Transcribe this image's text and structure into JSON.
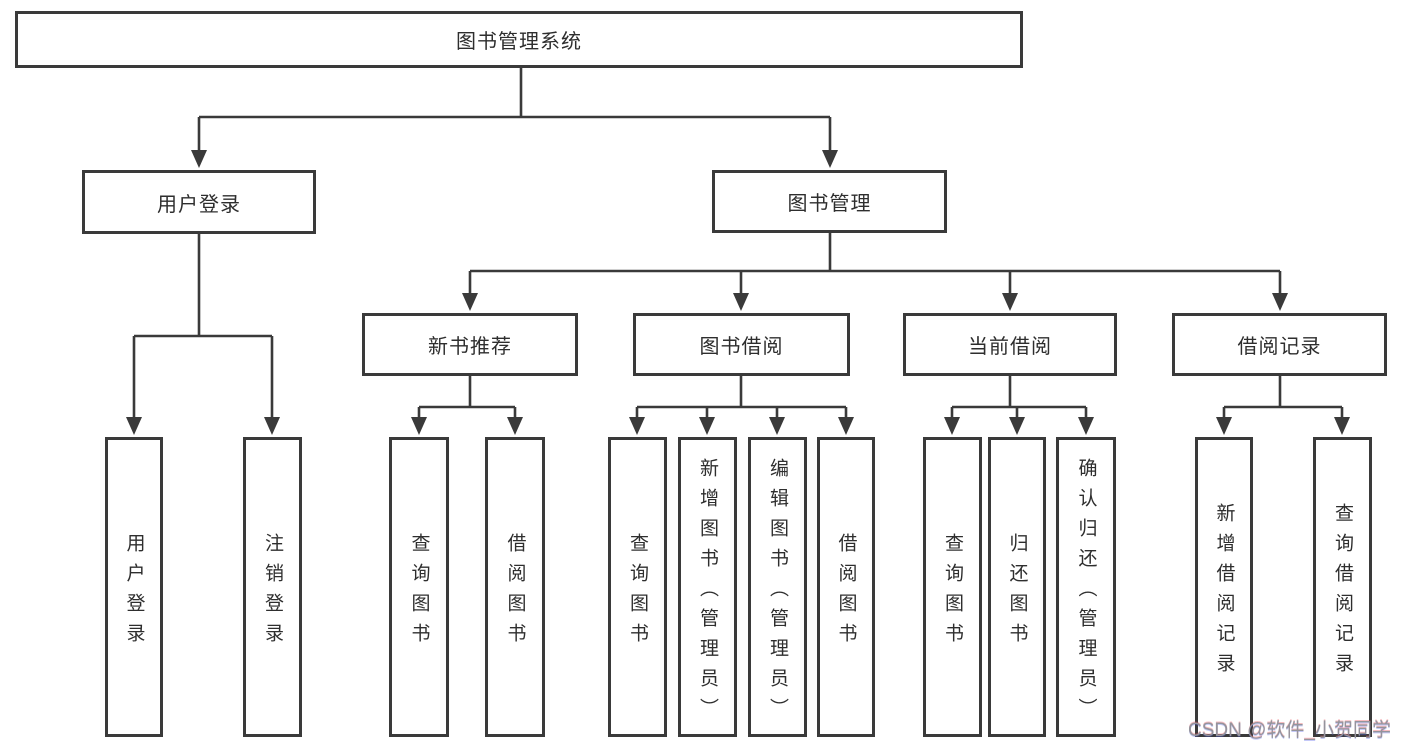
{
  "colors": {
    "background": "#ffffff",
    "box_border": "#3a3a3a",
    "line": "#3a3a3a",
    "text": "#2e2e2e",
    "watermark": "#94949c"
  },
  "tree": {
    "label": "图书管理系统",
    "children": [
      {
        "label": "用户登录",
        "children": [
          {
            "label": "用户登录"
          },
          {
            "label": "注销登录"
          }
        ]
      },
      {
        "label": "图书管理",
        "children": [
          {
            "label": "新书推荐",
            "children": [
              {
                "label": "查询图书"
              },
              {
                "label": "借阅图书"
              }
            ]
          },
          {
            "label": "图书借阅",
            "children": [
              {
                "label": "查询图书"
              },
              {
                "label": "新增图书（管理员）"
              },
              {
                "label": "编辑图书（管理员）"
              },
              {
                "label": "借阅图书"
              }
            ]
          },
          {
            "label": "当前借阅",
            "children": [
              {
                "label": "查询图书"
              },
              {
                "label": "归还图书"
              },
              {
                "label": "确认归还（管理员）"
              }
            ]
          },
          {
            "label": "借阅记录",
            "children": [
              {
                "label": "新增借阅记录"
              },
              {
                "label": "查询借阅记录"
              }
            ]
          }
        ]
      }
    ]
  },
  "watermark": {
    "text": "CSDN @软件_小贺同学"
  }
}
